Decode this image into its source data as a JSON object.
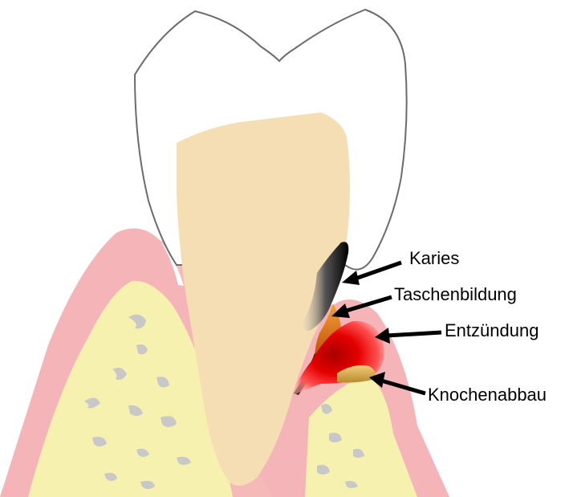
{
  "labels": {
    "karies": "Karies",
    "taschenbildung": "Taschenbildung",
    "entzuendung": "Entzündung",
    "knochenabbau": "Knochenabbau"
  },
  "colors": {
    "enamel_outline": "#6b6b6b",
    "root": "#f5deb3",
    "gum": "#f4b4b8",
    "bone": "#f7f1b0",
    "trabecula": "#c8c8c8",
    "caries": "#1a1a1a",
    "pocket": "#e07a10",
    "inflammation": "#e30000",
    "bone_loss": "#d9a74a",
    "arrow": "#000000"
  }
}
